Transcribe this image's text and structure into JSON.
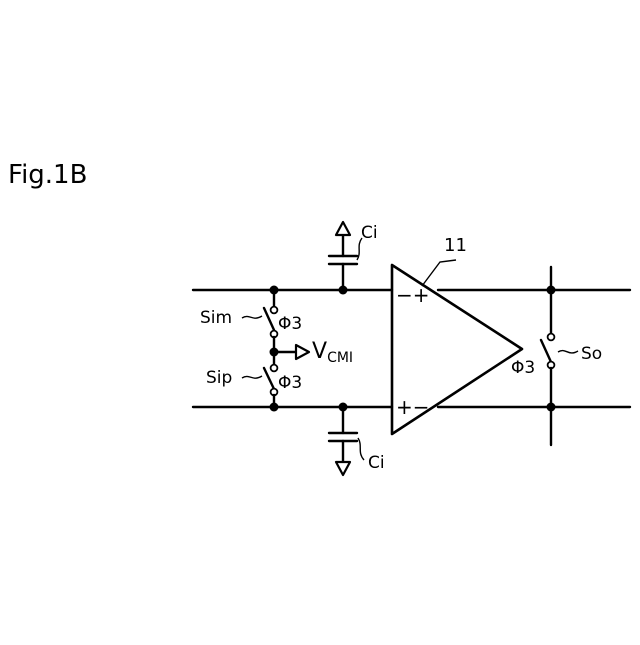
{
  "figure_label": "Fig.1B",
  "amplifier": {
    "ref": "11",
    "top_input_signs": "−+",
    "bottom_input_signs": "+−"
  },
  "capacitors": {
    "top": "Ci",
    "bottom": "Ci"
  },
  "switches": {
    "sim": {
      "name": "Sim",
      "phase": "Φ3"
    },
    "sip": {
      "name": "Sip",
      "phase": "Φ3"
    },
    "so": {
      "name": "So",
      "phase": "Φ3"
    }
  },
  "common_mode": {
    "label": "V",
    "subscript": "CMI"
  }
}
